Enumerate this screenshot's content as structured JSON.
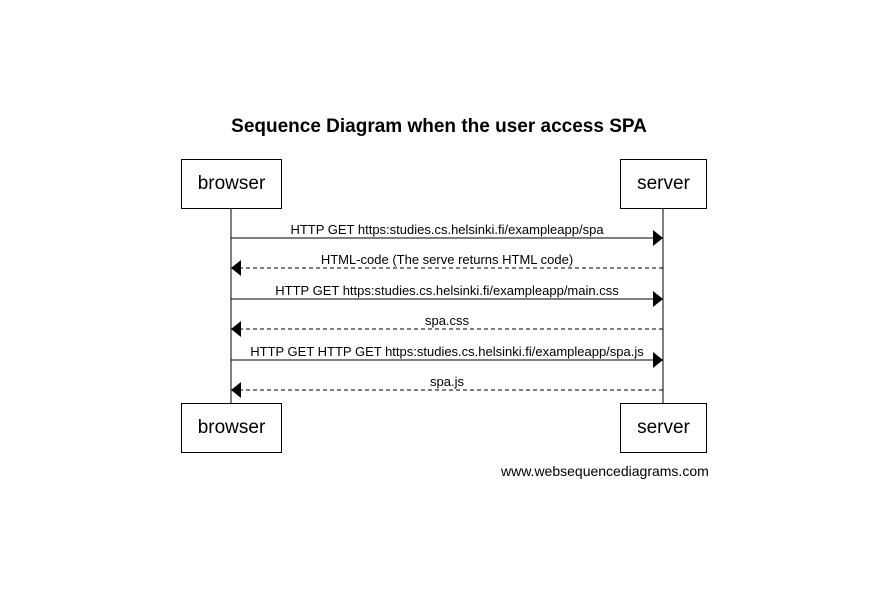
{
  "title": "Sequence Diagram when the user access SPA",
  "participants": {
    "browser": "browser",
    "server": "server"
  },
  "messages": [
    {
      "from": "browser",
      "to": "server",
      "style": "solid",
      "label": "HTTP GET https:studies.cs.helsinki.fi/exampleapp/spa"
    },
    {
      "from": "server",
      "to": "browser",
      "style": "dashed",
      "label": "HTML-code (The serve returns HTML code)"
    },
    {
      "from": "browser",
      "to": "server",
      "style": "solid",
      "label": "HTTP GET https:studies.cs.helsinki.fi/exampleapp/main.css"
    },
    {
      "from": "server",
      "to": "browser",
      "style": "dashed",
      "label": "spa.css"
    },
    {
      "from": "browser",
      "to": "server",
      "style": "solid",
      "label": "HTTP GET HTTP GET https:studies.cs.helsinki.fi/exampleapp/spa.js"
    },
    {
      "from": "server",
      "to": "browser",
      "style": "dashed",
      "label": "spa.js"
    }
  ],
  "footer": "www.websequencediagrams.com"
}
